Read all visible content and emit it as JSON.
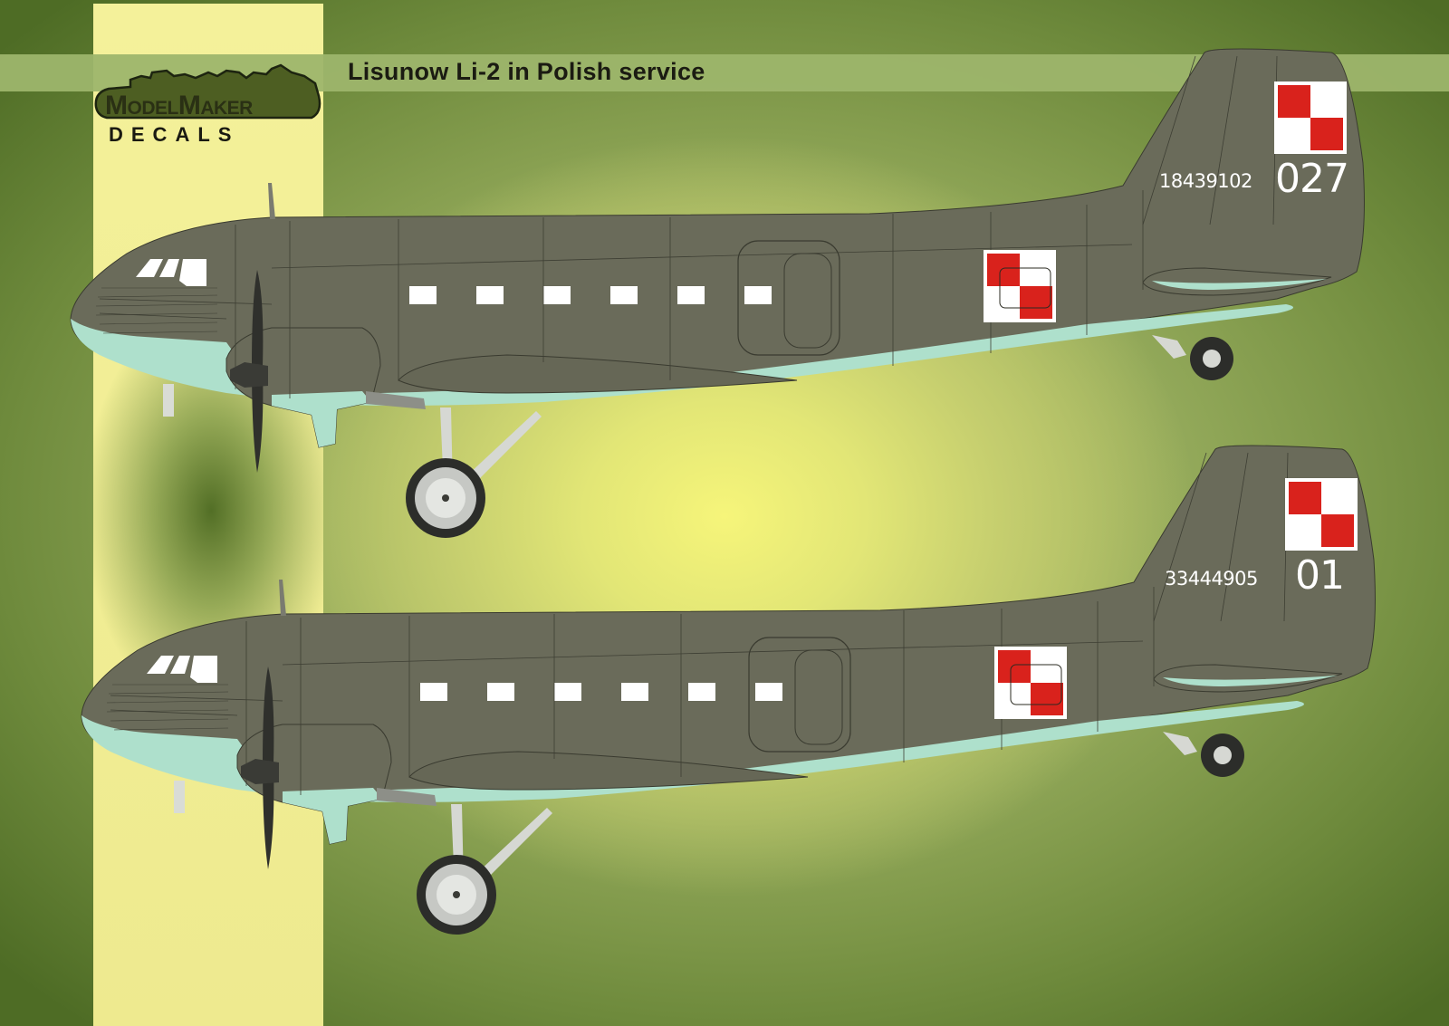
{
  "header": {
    "title": "Lisunow Li-2 in Polish service"
  },
  "logo": {
    "line1": "ModelMaker",
    "line2": "DECALS"
  },
  "aircraft": [
    {
      "serial": "18439102",
      "tail_number": "027"
    },
    {
      "serial": "33444905",
      "tail_number": "01"
    }
  ],
  "colors": {
    "camouflage_upper": "#6a6b5a",
    "camouflage_under": "#aee0cc",
    "roundel_red": "#d9221c",
    "roundel_white": "#ffffff",
    "title_band": "#9db56c",
    "strip": "#f4f19a"
  }
}
